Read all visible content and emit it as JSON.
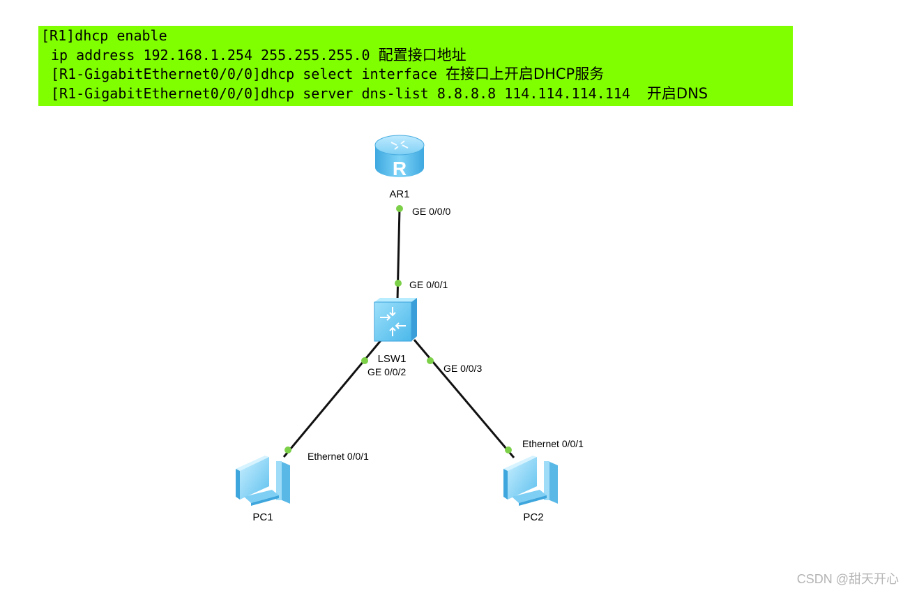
{
  "config": {
    "lines": [
      {
        "command": "[R1]dhcp enable",
        "note": ""
      },
      {
        "command": "ip address 192.168.1.254 255.255.255.0 ",
        "note": "配置接口地址"
      },
      {
        "command": "[R1-GigabitEthernet0/0/0]dhcp select interface ",
        "note": "在接口上开启DHCP服务"
      },
      {
        "command": "[R1-GigabitEthernet0/0/0]dhcp server dns-list 8.8.8.8 114.114.114.114  ",
        "note": "开启DNS"
      }
    ]
  },
  "topology": {
    "devices": {
      "router": {
        "name": "AR1",
        "icon": "router-icon"
      },
      "switch": {
        "name": "LSW1",
        "icon": "switch-icon"
      },
      "pc1": {
        "name": "PC1",
        "icon": "pc-icon"
      },
      "pc2": {
        "name": "PC2",
        "icon": "pc-icon"
      }
    },
    "ports": {
      "ar1_ge000": "GE 0/0/0",
      "lsw1_ge001": "GE 0/0/1",
      "lsw1_ge002": "GE 0/0/2",
      "lsw1_ge003": "GE 0/0/3",
      "pc1_eth": "Ethernet 0/0/1",
      "pc2_eth": "Ethernet 0/0/1"
    },
    "colors": {
      "highlight": "#80ff00",
      "port_dot": "#7cd048",
      "device_blue": "#6cc8f0",
      "link": "#111111"
    }
  },
  "watermark": "CSDN @甜天开心"
}
